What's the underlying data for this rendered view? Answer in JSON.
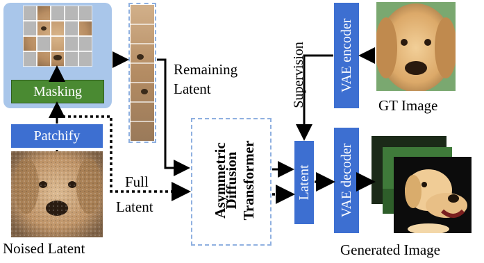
{
  "labels": {
    "masking": "Masking",
    "patchify": "Patchify",
    "remaining_latent_1": "Remaining",
    "remaining_latent_2": "Latent",
    "full_latent_1": "Full",
    "full_latent_2": "Latent",
    "noised_latent": "Noised Latent",
    "transformer_1": "Asymmetric",
    "transformer_2": "Diffusion",
    "transformer_3": "Transformer",
    "supervision": "Supervision",
    "vae_encoder": "VAE encoder",
    "vae_decoder": "VAE decoder",
    "latent": "Latent",
    "gt_image": "GT Image",
    "generated_image": "Generated Image"
  },
  "colors": {
    "panel_light_blue": "#a9c6ea",
    "blue_box": "#3d6fd1",
    "green_box": "#4a8a32",
    "dashed_border": "#8fb0e0",
    "arrow": "#000000"
  }
}
